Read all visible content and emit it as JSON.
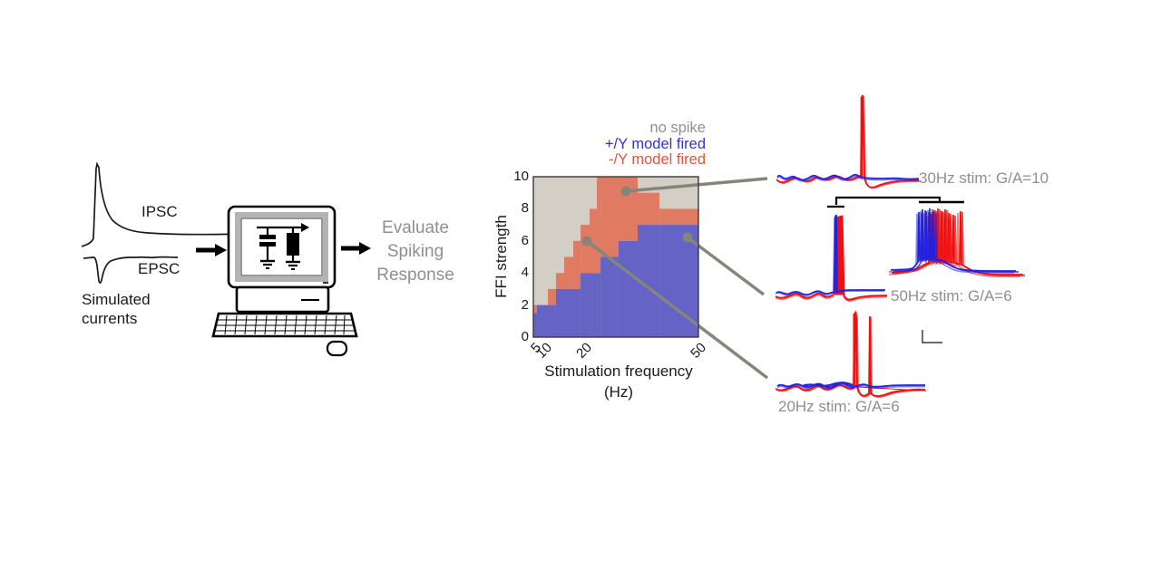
{
  "colors": {
    "heat_gray": "#d3cfc7",
    "heat_red": "#e07a62",
    "heat_blue": "#6563c6",
    "trace_red": "#ee1111",
    "trace_blue": "#2222dd",
    "callout_gray": "#85857b",
    "label_gray": "#8f8f8f",
    "ink": "#1a1a1a"
  },
  "left_panel": {
    "ipsc_label": "IPSC",
    "epsc_label": "EPSC",
    "simulated_line1": "Simulated",
    "simulated_line2": "currents"
  },
  "flow_text": {
    "line1": "Evaluate",
    "line2": "Spiking",
    "line3": "Response"
  },
  "heatmap_text": {
    "ylabel": "FFI strength",
    "xlabel_line1": "Stimulation frequency",
    "xlabel_line2": "(Hz)"
  },
  "traces": [
    {
      "label": "30Hz stim: G/A=10",
      "blue_model_fired": false,
      "red_model_fired": true,
      "red_spike_count": 1
    },
    {
      "label": "50Hz stim: G/A=6",
      "blue_model_fired": true,
      "red_model_fired": true,
      "red_spike_count": 1
    },
    {
      "label": "20Hz stim: G/A=6",
      "blue_model_fired": false,
      "red_model_fired": true,
      "red_spike_count": 2
    }
  ],
  "chart_data": {
    "type": "heatmap",
    "title": "",
    "xlabel": "Stimulation frequency (Hz)",
    "ylabel": "FFI strength",
    "x_axis_scale": "nonlinear 5-50 Hz",
    "x_ticks": [
      {
        "label": "5",
        "f": 0.0
      },
      {
        "label": "10",
        "f": 0.068
      },
      {
        "label": "20",
        "f": 0.31
      },
      {
        "label": "50",
        "f": 1.0
      }
    ],
    "y_ticks": [
      0,
      2,
      4,
      6,
      8,
      10
    ],
    "y_range": [
      0,
      10
    ],
    "legend": [
      {
        "label": "no spike",
        "color": "#8f8f8f",
        "region": "gray"
      },
      {
        "label": "+/Y model fired",
        "color": "#3333cc",
        "region": "blue"
      },
      {
        "label": "-/Y model fired",
        "color": "#e0563e",
        "region": "red"
      }
    ],
    "columns": [
      {
        "x0": 0.0,
        "x1": 0.022,
        "blue_top": 1.5,
        "red_top": 2
      },
      {
        "x0": 0.022,
        "x1": 0.088,
        "blue_top": 2,
        "red_top": 2
      },
      {
        "x0": 0.088,
        "x1": 0.137,
        "blue_top": 2,
        "red_top": 3
      },
      {
        "x0": 0.137,
        "x1": 0.187,
        "blue_top": 3,
        "red_top": 4
      },
      {
        "x0": 0.187,
        "x1": 0.242,
        "blue_top": 3,
        "red_top": 5
      },
      {
        "x0": 0.242,
        "x1": 0.286,
        "blue_top": 3,
        "red_top": 6
      },
      {
        "x0": 0.286,
        "x1": 0.341,
        "blue_top": 4,
        "red_top": 7
      },
      {
        "x0": 0.341,
        "x1": 0.385,
        "blue_top": 4,
        "red_top": 8
      },
      {
        "x0": 0.385,
        "x1": 0.407,
        "blue_top": 4,
        "red_top": 10
      },
      {
        "x0": 0.407,
        "x1": 0.516,
        "blue_top": 5,
        "red_top": 10
      },
      {
        "x0": 0.516,
        "x1": 0.632,
        "blue_top": 6,
        "red_top": 10
      },
      {
        "x0": 0.632,
        "x1": 0.764,
        "blue_top": 7,
        "red_top": 9
      },
      {
        "x0": 0.764,
        "x1": 1.0,
        "blue_top": 7,
        "red_top": 8
      }
    ],
    "annotations": [
      {
        "label": "30Hz stim: G/A=10",
        "x_frac": 0.56,
        "ffi": 9.1
      },
      {
        "label": "50Hz stim: G/A=6",
        "x_frac": 0.93,
        "ffi": 6.2
      },
      {
        "label": "20Hz stim: G/A=6",
        "x_frac": 0.32,
        "ffi": 6.0
      }
    ]
  }
}
